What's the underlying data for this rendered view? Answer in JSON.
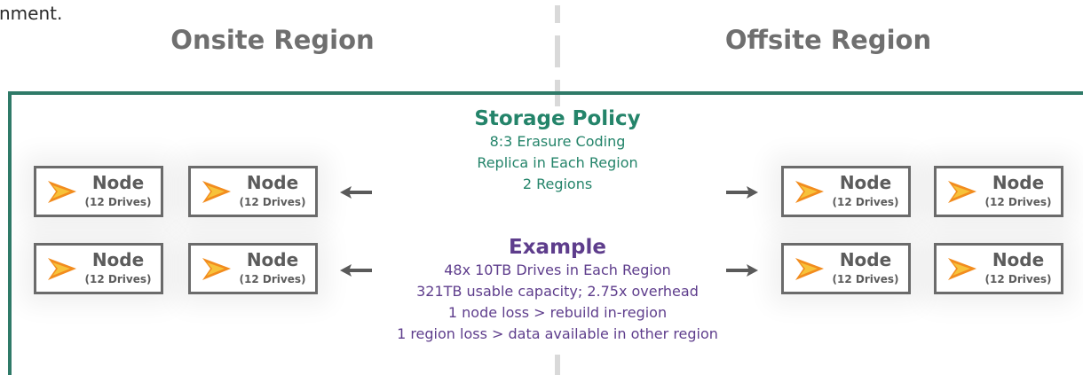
{
  "intro_fragment": "nment.",
  "regions": {
    "onsite": "Onsite Region",
    "offsite": "Offsite Region"
  },
  "storage_policy": {
    "title": "Storage Policy",
    "lines": [
      "8:3 Erasure Coding",
      "Replica in Each Region",
      "2 Regions"
    ]
  },
  "example": {
    "title": "Example",
    "lines": [
      "48x 10TB Drives in Each Region",
      "321TB usable capacity; 2.75x overhead",
      "1 node loss > rebuild in-region",
      "1 region loss > data available in other region"
    ]
  },
  "nodes": [
    {
      "label": "Node",
      "sub": "(12 Drives)"
    },
    {
      "label": "Node",
      "sub": "(12 Drives)"
    },
    {
      "label": "Node",
      "sub": "(12 Drives)"
    },
    {
      "label": "Node",
      "sub": "(12 Drives)"
    },
    {
      "label": "Node",
      "sub": "(12 Drives)"
    },
    {
      "label": "Node",
      "sub": "(12 Drives)"
    },
    {
      "label": "Node",
      "sub": "(12 Drives)"
    },
    {
      "label": "Node",
      "sub": "(12 Drives)"
    }
  ],
  "colors": {
    "frame": "#2f7a68",
    "policy": "#24846a",
    "example": "#5e3d8c",
    "node_border": "#6b6b6b",
    "region_title": "#6f6f6f",
    "logo_orange": "#f28c1e",
    "logo_yellow": "#f7c23a"
  },
  "icons": {
    "node_logo": "swift-logo-icon",
    "arrow_left": "arrow-left-icon",
    "arrow_right": "arrow-right-icon"
  }
}
